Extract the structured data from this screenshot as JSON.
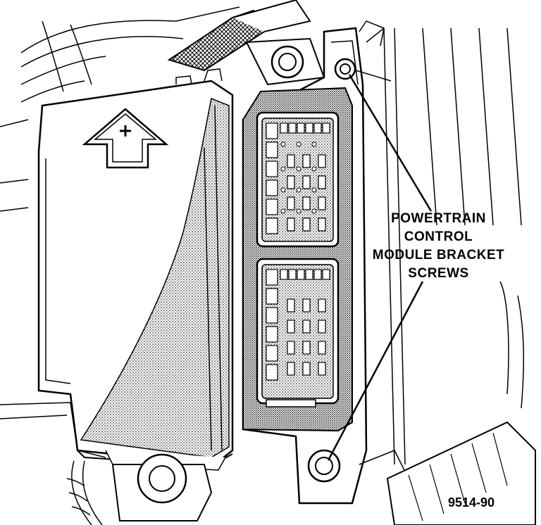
{
  "callout": {
    "lines": [
      "POWERTRAIN",
      "CONTROL",
      "MODULE BRACKET",
      "SCREWS"
    ]
  },
  "figure_id": "9514-90"
}
